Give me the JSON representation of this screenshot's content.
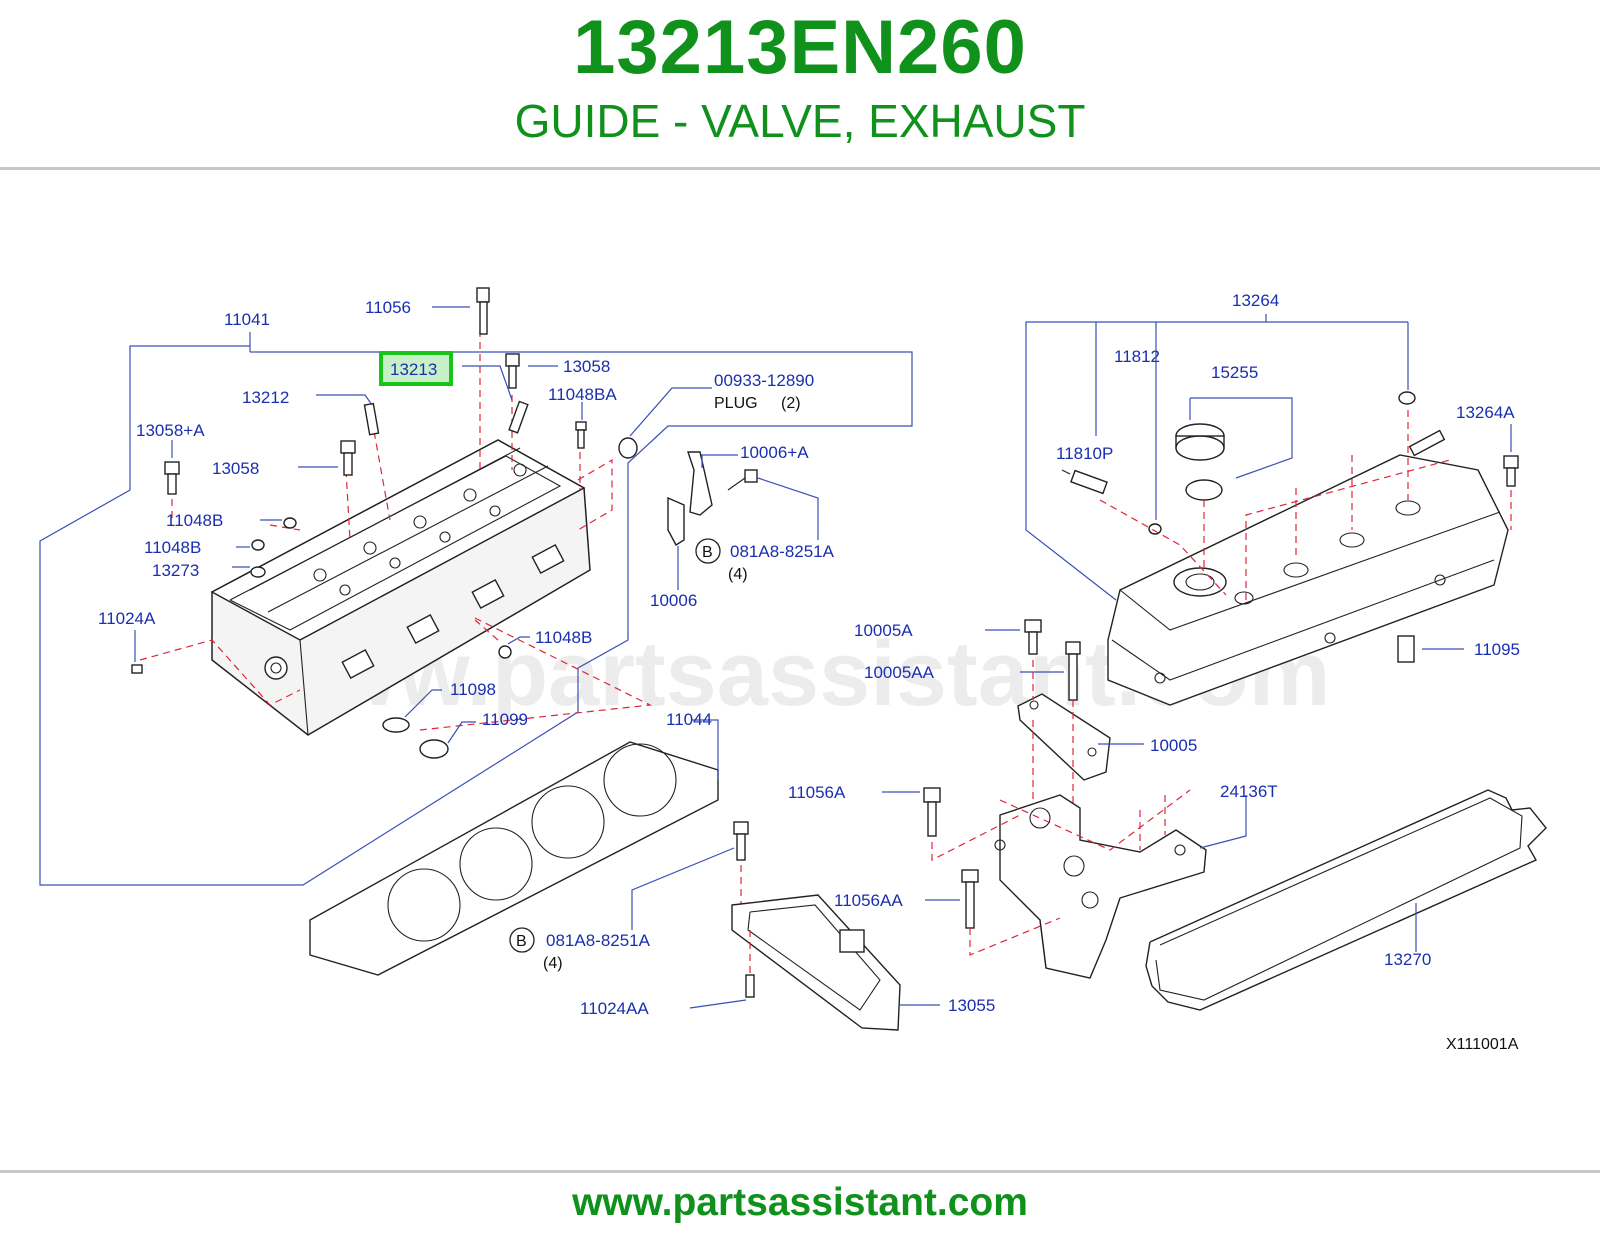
{
  "header": {
    "part_number": "13213EN260",
    "description": "GUIDE - VALVE, EXHAUST"
  },
  "footer": {
    "url": "www.partsassistant.com"
  },
  "watermark": "www.partsassistant.com",
  "diagram": {
    "highlighted_label": "13213",
    "highlight_color": "#17c417",
    "label_color": "#1a2fb0",
    "guide_line_color": "#e0253a",
    "callouts": {
      "c11056": "11056",
      "c11041": "11041",
      "c13058a": "13058",
      "c13212": "13212",
      "c11048ba": "11048BA",
      "c00933": "00933-12890",
      "c_plug": "PLUG",
      "c_plug_qty": "(2)",
      "c13058pa": "13058+A",
      "c13058b": "13058",
      "c10006pa": "10006+A",
      "c11048b1": "11048B",
      "c11048b2": "11048B",
      "c13273": "13273",
      "c_b1": "B",
      "c081a8_1": "081A8-8251A",
      "c_qty1": "(4)",
      "c10006": "10006",
      "c11024a": "11024A",
      "c11048b3": "11048B",
      "c11098": "11098",
      "c11099": "11099",
      "c11044": "11044",
      "c13264": "13264",
      "c11812": "11812",
      "c15255": "15255",
      "c13264a": "13264A",
      "c11810p": "11810P",
      "c10005a": "10005A",
      "c11095": "11095",
      "c10005aa": "10005AA",
      "c10005": "10005",
      "c11056a": "11056A",
      "c24136t": "24136T",
      "c11056aa": "11056AA",
      "c_b2": "B",
      "c081a8_2": "081A8-8251A",
      "c_qty2": "(4)",
      "c13270": "13270",
      "c11024aa": "11024AA",
      "c13055": "13055",
      "c_ref": "X111001A"
    }
  }
}
